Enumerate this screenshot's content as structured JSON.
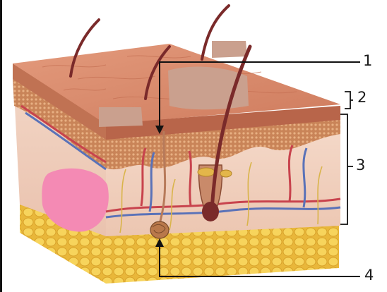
{
  "labels": [
    {
      "id": "1",
      "text": "1"
    },
    {
      "id": "2",
      "text": "2"
    },
    {
      "id": "3",
      "text": "3"
    },
    {
      "id": "4",
      "text": "4"
    }
  ],
  "colors": {
    "epidermis_top": "#d9876a",
    "epidermis_side": "#c9856e",
    "granular_layer": "#c98458",
    "dermis": "#f1d3c3",
    "hypodermis_fat": "#f0c84a",
    "hair": "#7a2a2a",
    "artery": "#c8434d",
    "vein": "#5a72b8",
    "nerve": "#d9b44a",
    "pink_patch": "#f48ab4",
    "tan_patch": "#caa08e",
    "leader_line": "#111111"
  }
}
